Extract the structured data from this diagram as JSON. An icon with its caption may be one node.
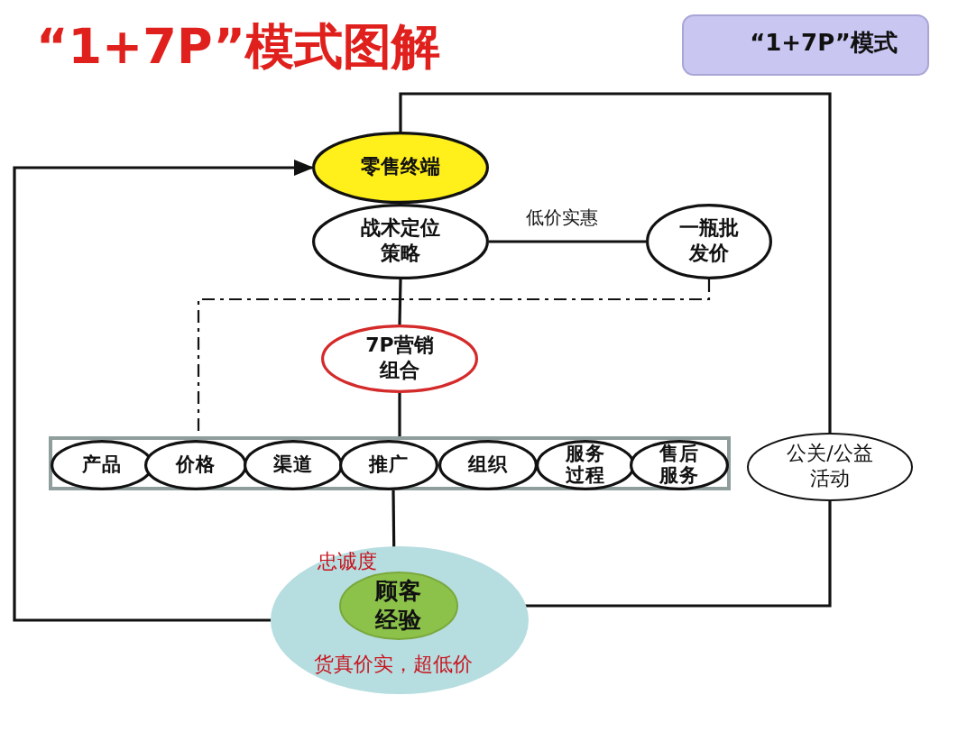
{
  "diagram": {
    "title": "“1+7P”模式图解",
    "nodes": [
      {
        "text": [
          "“1+7P”模式"
        ]
      },
      {
        "text": [
          "零售终端"
        ]
      },
      {
        "text": [
          "战术定位策略"
        ]
      },
      {
        "text": [
          "一瓶批发价"
        ]
      },
      {
        "text": [
          "7P营销组合"
        ]
      },
      {
        "text": [],
        "shape": "box"
      },
      {
        "text": [
          "产品"
        ],
        "in": 5
      },
      {
        "text": [
          "价格"
        ],
        "in": 5
      },
      {
        "text": [
          "渠道"
        ],
        "in": 5
      },
      {
        "text": [
          "推广"
        ],
        "in": 5
      },
      {
        "text": [
          "组织"
        ],
        "in": 5
      },
      {
        "text": [
          "服务过程"
        ],
        "in": 5
      },
      {
        "text": [
          "售后服务"
        ],
        "in": 5
      },
      {
        "text": [
          "公关/公益活动"
        ]
      },
      {
        "text": [
          "忠诚度",
          "货真价实，超低价"
        ]
      },
      {
        "text": [
          "顾客经验"
        ],
        "in": 14
      }
    ],
    "edges": [
      {
        "from": 14,
        "to": 1,
        "arrow": "to"
      },
      {
        "from": 1,
        "to": 13,
        "arrow": "none"
      },
      {
        "from": 13,
        "to": 15,
        "arrow": "to"
      },
      {
        "from": 2,
        "to": 3,
        "arrow": "none",
        "label": "低价实惠"
      },
      {
        "from": 2,
        "to": 4,
        "arrow": "none"
      },
      {
        "from": 4,
        "to": 5,
        "arrow": "none"
      },
      {
        "from": 5,
        "to": 15,
        "arrow": "to"
      },
      {
        "from": 3,
        "to": 5,
        "arrow": "none",
        "style": "dashed"
      }
    ]
  }
}
